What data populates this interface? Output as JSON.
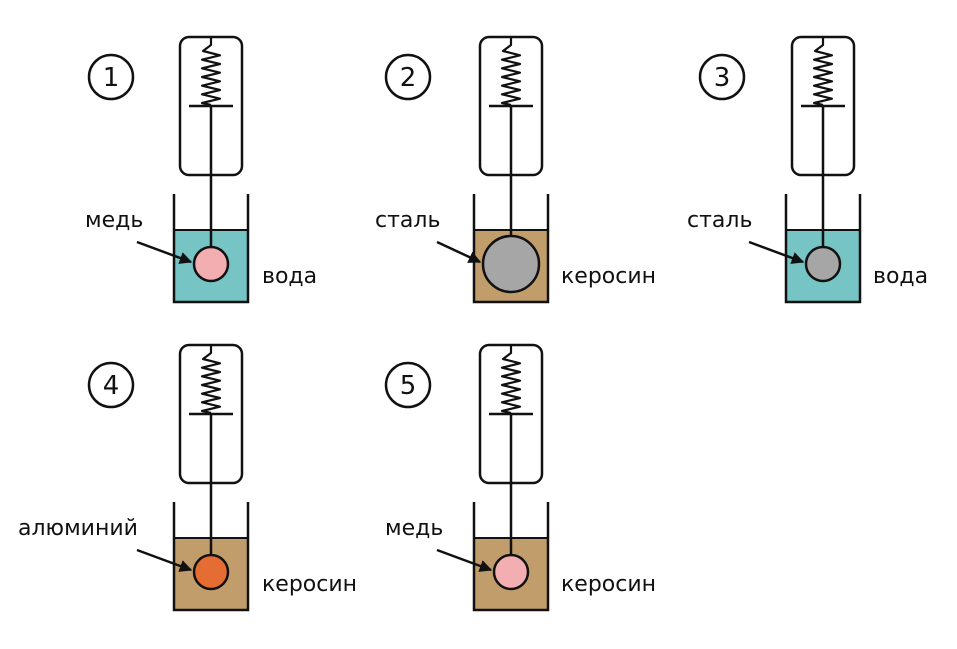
{
  "colors": {
    "water": "#76c4c4",
    "kerosene": "#c29d6c",
    "copper": "#f2aeb1",
    "steel": "#a6a6a6",
    "aluminum": "#e56d34",
    "stroke": "#111111"
  },
  "setups": [
    {
      "number": "1",
      "material": "медь",
      "liquid": "вода",
      "ball_color": "copper",
      "liquid_color": "water",
      "ball_size": "small"
    },
    {
      "number": "2",
      "material": "сталь",
      "liquid": "керосин",
      "ball_color": "steel",
      "liquid_color": "kerosene",
      "ball_size": "large"
    },
    {
      "number": "3",
      "material": "сталь",
      "liquid": "вода",
      "ball_color": "steel",
      "liquid_color": "water",
      "ball_size": "small"
    },
    {
      "number": "4",
      "material": "алюминий",
      "liquid": "керосин",
      "ball_color": "aluminum",
      "liquid_color": "kerosene",
      "ball_size": "small"
    },
    {
      "number": "5",
      "material": "медь",
      "liquid": "керосин",
      "ball_color": "copper",
      "liquid_color": "kerosene",
      "ball_size": "small"
    }
  ]
}
